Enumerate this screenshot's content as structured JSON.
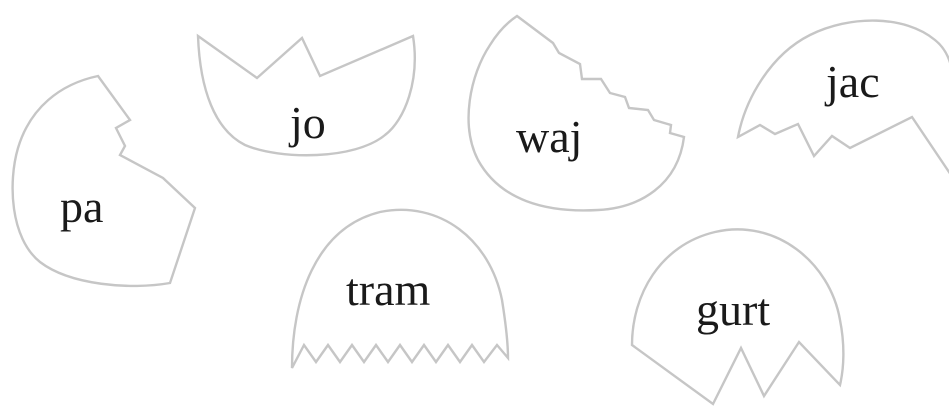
{
  "shells": [
    {
      "id": "pa",
      "label": "pa"
    },
    {
      "id": "jo",
      "label": "jo"
    },
    {
      "id": "waj",
      "label": "waj"
    },
    {
      "id": "jac",
      "label": "jac"
    },
    {
      "id": "tram",
      "label": "tram"
    },
    {
      "id": "gurt",
      "label": "gurt"
    }
  ],
  "colors": {
    "outline": "#c6c6c6",
    "text": "#1a1a1a",
    "background": "#ffffff"
  }
}
